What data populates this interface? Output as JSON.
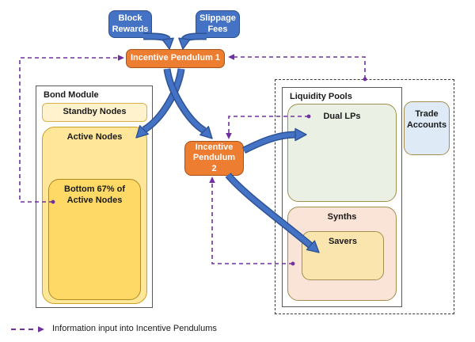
{
  "top": {
    "block_rewards": "Block Rewards",
    "slippage_fees": "Slippage Fees",
    "incentive_pendulum_1": "Incentive Pendulum 1"
  },
  "bond_module": {
    "title": "Bond Module",
    "standby_nodes": "Standby Nodes",
    "active_nodes": "Active Nodes",
    "bottom_67": "Bottom 67% of Active Nodes"
  },
  "middle": {
    "incentive_pendulum_2": "Incentive Pendulum 2"
  },
  "liquidity": {
    "title": "Liquidity Pools",
    "dual_lps": "Dual LPs",
    "synths": "Synths",
    "savers": "Savers",
    "trade_accounts": "Trade Accounts"
  },
  "legend": {
    "label": "Information input into Incentive Pendulums"
  },
  "colors": {
    "blue_fill": "#4472C4",
    "blue_stroke": "#2F528F",
    "orange_fill": "#ED7D31",
    "orange_stroke": "#A5531D",
    "arrow_blue": "#4472C4",
    "arrow_blue_outline": "#2E5395",
    "purple": "#7030A0",
    "module_stroke": "#595959",
    "standby_fill": "#FFF2CC",
    "standby_stroke": "#D9B24A",
    "active_fill": "#FFE699",
    "active_stroke": "#C9A227",
    "bottom67_fill": "#FFD966",
    "bottom67_stroke": "#AB8B22",
    "dual_lps_fill": "#EAF1E4",
    "synths_fill": "#FAE3D7",
    "savers_fill": "#FBE5AE",
    "trade_fill": "#DEEBF7",
    "tan_stroke": "#A28E4E"
  }
}
